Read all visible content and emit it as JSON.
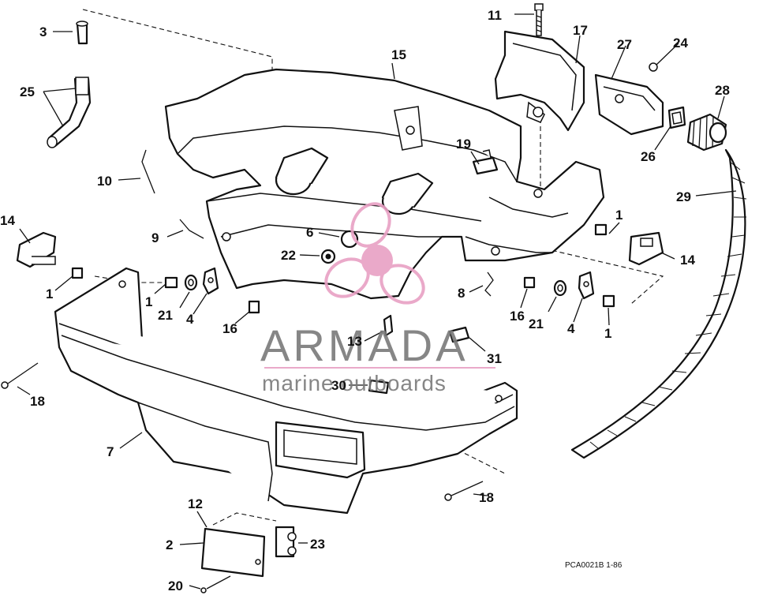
{
  "diagram": {
    "labels": [
      {
        "id": "3",
        "text": "3"
      },
      {
        "id": "25",
        "text": "25"
      },
      {
        "id": "10",
        "text": "10"
      },
      {
        "id": "14a",
        "text": "14"
      },
      {
        "id": "9",
        "text": "9"
      },
      {
        "id": "1a",
        "text": "1"
      },
      {
        "id": "1b",
        "text": "1"
      },
      {
        "id": "21a",
        "text": "21"
      },
      {
        "id": "4a",
        "text": "4"
      },
      {
        "id": "16a",
        "text": "16"
      },
      {
        "id": "18a",
        "text": "18"
      },
      {
        "id": "7",
        "text": "7"
      },
      {
        "id": "12",
        "text": "12"
      },
      {
        "id": "2",
        "text": "2"
      },
      {
        "id": "23",
        "text": "23"
      },
      {
        "id": "20",
        "text": "20"
      },
      {
        "id": "15",
        "text": "15"
      },
      {
        "id": "6",
        "text": "6"
      },
      {
        "id": "22",
        "text": "22"
      },
      {
        "id": "13",
        "text": "13"
      },
      {
        "id": "30",
        "text": "30"
      },
      {
        "id": "31",
        "text": "31"
      },
      {
        "id": "8",
        "text": "8"
      },
      {
        "id": "16b",
        "text": "16"
      },
      {
        "id": "21b",
        "text": "21"
      },
      {
        "id": "4b",
        "text": "4"
      },
      {
        "id": "1c",
        "text": "1"
      },
      {
        "id": "1d",
        "text": "1"
      },
      {
        "id": "14b",
        "text": "14"
      },
      {
        "id": "18b",
        "text": "18"
      },
      {
        "id": "11",
        "text": "11"
      },
      {
        "id": "17",
        "text": "17"
      },
      {
        "id": "27",
        "text": "27"
      },
      {
        "id": "24",
        "text": "24"
      },
      {
        "id": "28",
        "text": "28"
      },
      {
        "id": "26",
        "text": "26"
      },
      {
        "id": "19",
        "text": "19"
      },
      {
        "id": "29",
        "text": "29"
      }
    ],
    "part_code": "PCA0021B  1-86"
  },
  "watermark": {
    "brand": "ARMADA",
    "tagline": "marine outboards",
    "colors": {
      "logo": "#e8a0c4",
      "text": "#7a7a7a",
      "line": "#e8a0c4"
    }
  }
}
